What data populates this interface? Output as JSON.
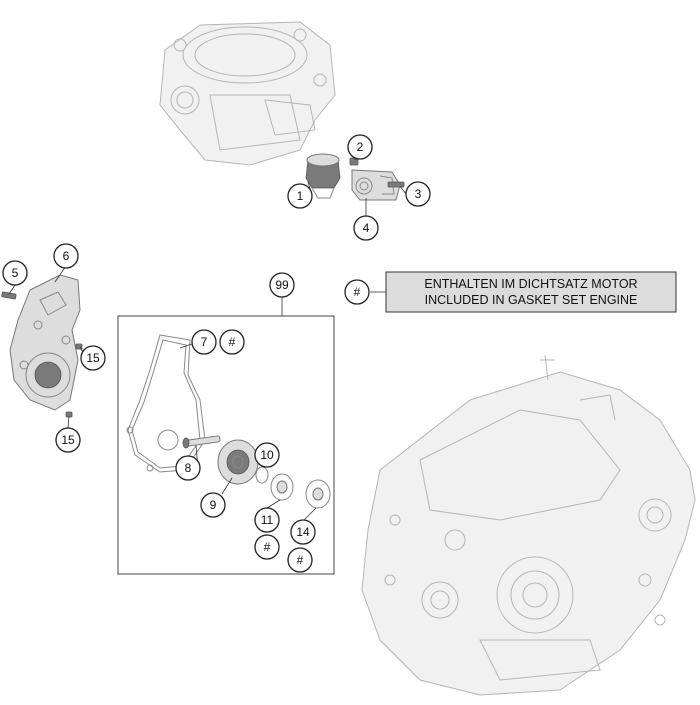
{
  "note": {
    "symbol": "#",
    "line_de": "ENTHALTEN IM DICHTSATZ MOTOR",
    "line_en": "INCLUDED IN GASKET SET ENGINE"
  },
  "group_label": "99",
  "callouts": [
    {
      "id": "c1",
      "label": "1"
    },
    {
      "id": "c2",
      "label": "2"
    },
    {
      "id": "c3",
      "label": "3"
    },
    {
      "id": "c4",
      "label": "4"
    },
    {
      "id": "c5",
      "label": "5"
    },
    {
      "id": "c6",
      "label": "6"
    },
    {
      "id": "c15a",
      "label": "15"
    },
    {
      "id": "c15b",
      "label": "15"
    },
    {
      "id": "c7",
      "label": "7"
    },
    {
      "id": "c7h",
      "label": "#"
    },
    {
      "id": "c8",
      "label": "8"
    },
    {
      "id": "c9",
      "label": "9"
    },
    {
      "id": "c10",
      "label": "10"
    },
    {
      "id": "c11",
      "label": "11"
    },
    {
      "id": "c11h",
      "label": "#"
    },
    {
      "id": "c14",
      "label": "14"
    },
    {
      "id": "c14h",
      "label": "#"
    }
  ]
}
